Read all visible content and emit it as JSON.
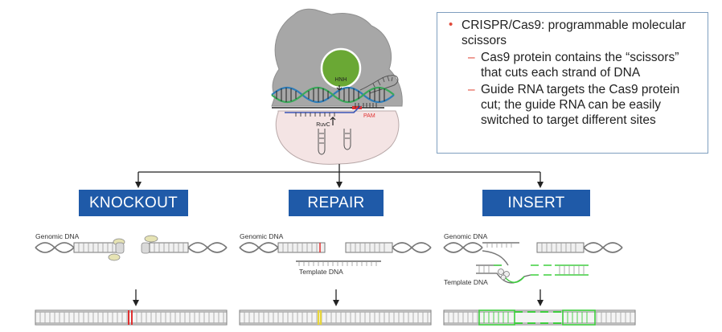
{
  "protein": {
    "domain_top": "HNH",
    "domain_bottom": "RuvC",
    "pam_label": "PAM"
  },
  "info_box": {
    "main_bullet": "CRISPR/Cas9: programmable molecular scissors",
    "sub_bullets": [
      "Cas9 protein contains the “scissors” that cuts each strand of DNA",
      "Guide RNA targets the Cas9 protein cut; the guide RNA can be easily switched to target different sites"
    ]
  },
  "outcomes": [
    {
      "label": "KNOCKOUT",
      "genomic_label": "Genomic DNA",
      "template_label": ""
    },
    {
      "label": "REPAIR",
      "genomic_label": "Genomic DNA",
      "template_label": "Template DNA"
    },
    {
      "label": "INSERT",
      "genomic_label": "Genomic DNA",
      "template_label": "Template DNA"
    }
  ],
  "colors": {
    "label_blue": "#1f5aa8",
    "bullet_red": "#e0493a",
    "cut_red": "#e03030",
    "repair_yellow": "#e8d63a",
    "insert_green": "#3ecf3e",
    "hnh_green": "#6aa834",
    "rec_gray": "#a7a7a7",
    "nuc_pink": "#f4e4e4",
    "guide_blue": "#3a55b5"
  }
}
